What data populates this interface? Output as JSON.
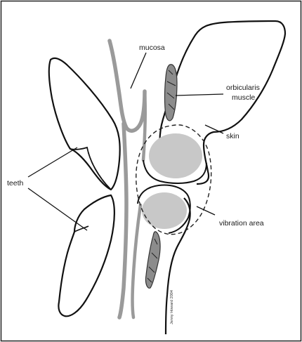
{
  "labels": {
    "mucosa": "mucosa",
    "orbicularis_line1": "orbicularis",
    "orbicularis_line2": "muscle",
    "skin": "skin",
    "teeth": "teeth",
    "vibration_area": "vibration area"
  },
  "credit": "Jenny Howard 2004",
  "colors": {
    "outline": "#111111",
    "mucosa_gray": "#9a9a9a",
    "lip_fill": "#c8c8c8",
    "muscle_fill": "#8c8c8c"
  }
}
